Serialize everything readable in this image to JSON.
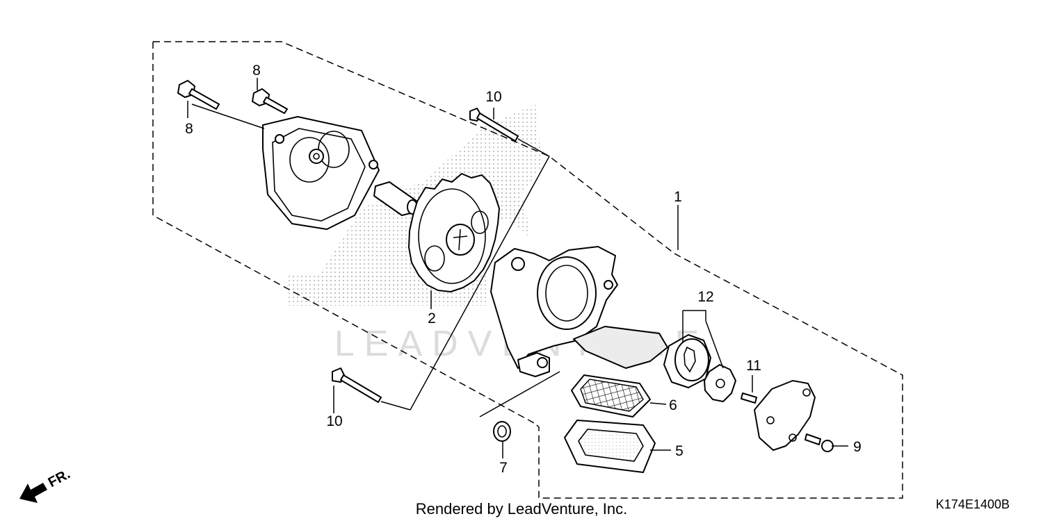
{
  "diagram": {
    "callouts": {
      "c1": "1",
      "c2": "2",
      "c5": "5",
      "c6": "6",
      "c7": "7",
      "c8a": "8",
      "c8b": "8",
      "c9": "9",
      "c10a": "10",
      "c10b": "10",
      "c11": "11",
      "c12": "12"
    },
    "watermark": "LEADVENTURE",
    "direction_label": "FR.",
    "footer": {
      "rendered_by": "Rendered by LeadVenture, Inc.",
      "diagram_code": "K174E1400B"
    }
  }
}
